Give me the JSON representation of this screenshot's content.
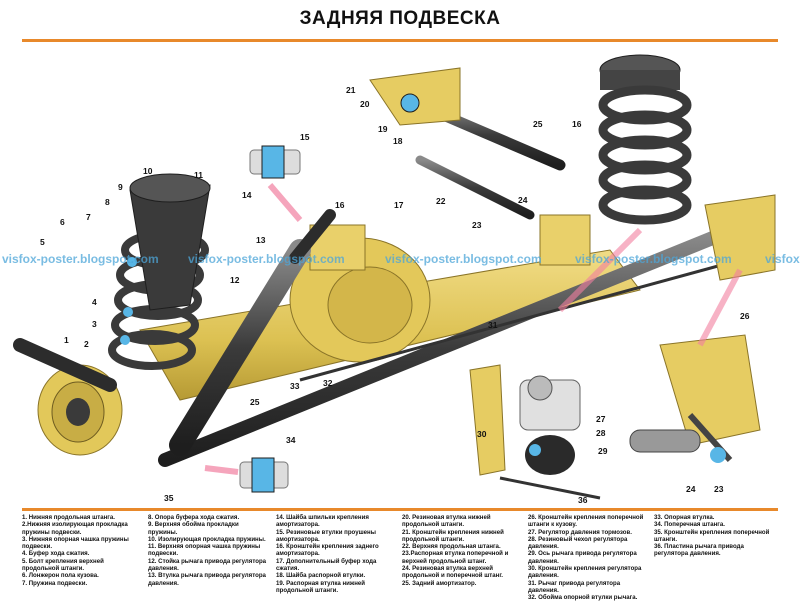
{
  "title": "ЗАДНЯЯ ПОДВЕСКА",
  "colors": {
    "accent": "#e8892b",
    "body": "#e2c85a",
    "metal": "#4d4d4d",
    "bushing": "#58b6e6",
    "watermark": "#4da6d9"
  },
  "watermarks": [
    "visfox-poster.blogspot.com",
    "visfox-poster.blogspot.com",
    "visfox-poster.blogspot.com",
    "visfox-poster.blogspot.com",
    "visfox-poster.blogspot.com"
  ],
  "callouts": [
    "1",
    "2",
    "3",
    "4",
    "5",
    "6",
    "7",
    "8",
    "9",
    "10",
    "11",
    "12",
    "13",
    "14",
    "15",
    "16",
    "16",
    "17",
    "18",
    "19",
    "20",
    "21",
    "22",
    "23",
    "23",
    "24",
    "24",
    "25",
    "25",
    "26",
    "26",
    "27",
    "28",
    "29",
    "30",
    "31",
    "32",
    "33",
    "34",
    "35",
    "36"
  ],
  "legend": {
    "col1": [
      "1. Нижняя продольная штанга.",
      "2.Нижняя изолирующая прокладка пружины подвески.",
      "3. Нижняя опорная чашка пружины подвески.",
      "4. Буфер хода сжатия.",
      "5. Болт крепления верхней продольной штанги.",
      "6. Лонжерон пола кузова.",
      "7. Пружина подвески."
    ],
    "col2": [
      "8. Опора буфера хода сжатия.",
      "9. Верхняя обойма прокладки пружины.",
      "10. Изолирующая прокладка пружины.",
      "11. Верхняя опорная чашка пружины подвески.",
      "12. Стойка рычага привода регулятора давления.",
      "13. Втулка рычага привода регулятора давления."
    ],
    "col3": [
      "14. Шайба шпильки крепления амортизатора.",
      "15. Резиновые втулки проушены амортизатора.",
      "16. Кронштейн крепления заднего амортизатора.",
      "17. Дополнительный буфер хода сжатия.",
      "18. Шайба распорной втулки.",
      "19. Распорная втулка нижней продольной штанги."
    ],
    "col4": [
      "20. Резиновая втулка нижней продольной штанги.",
      "21. Кронштейн крепления нижней продольной штанги.",
      "22. Верхняя продольная штанга.",
      "23.Распорная втулка поперечной и верхней продольной штанг.",
      "24. Резиновая втулка верхней продольной и поперечной штанг.",
      "25. Задний амортизатор."
    ],
    "col5": [
      "26. Кронштейн крепления поперечной штанги к кузову.",
      "27. Регулятор давления тормозов.",
      "28. Резиновый чехол регулятора давления.",
      "29. Ось рычага привода регулятора давления.",
      "30. Кронштейн крепления регулятора давления.",
      "31. Рычаг привода регулятора давления.",
      "32. Обойма опорной втулки рычага."
    ],
    "col6": [
      "33. Опорная втулка.",
      "34. Поперечная штанга.",
      "35. Кронштейн крепления поперечной штанги.",
      "36. Пластина рычага привода регулятора давления."
    ]
  }
}
